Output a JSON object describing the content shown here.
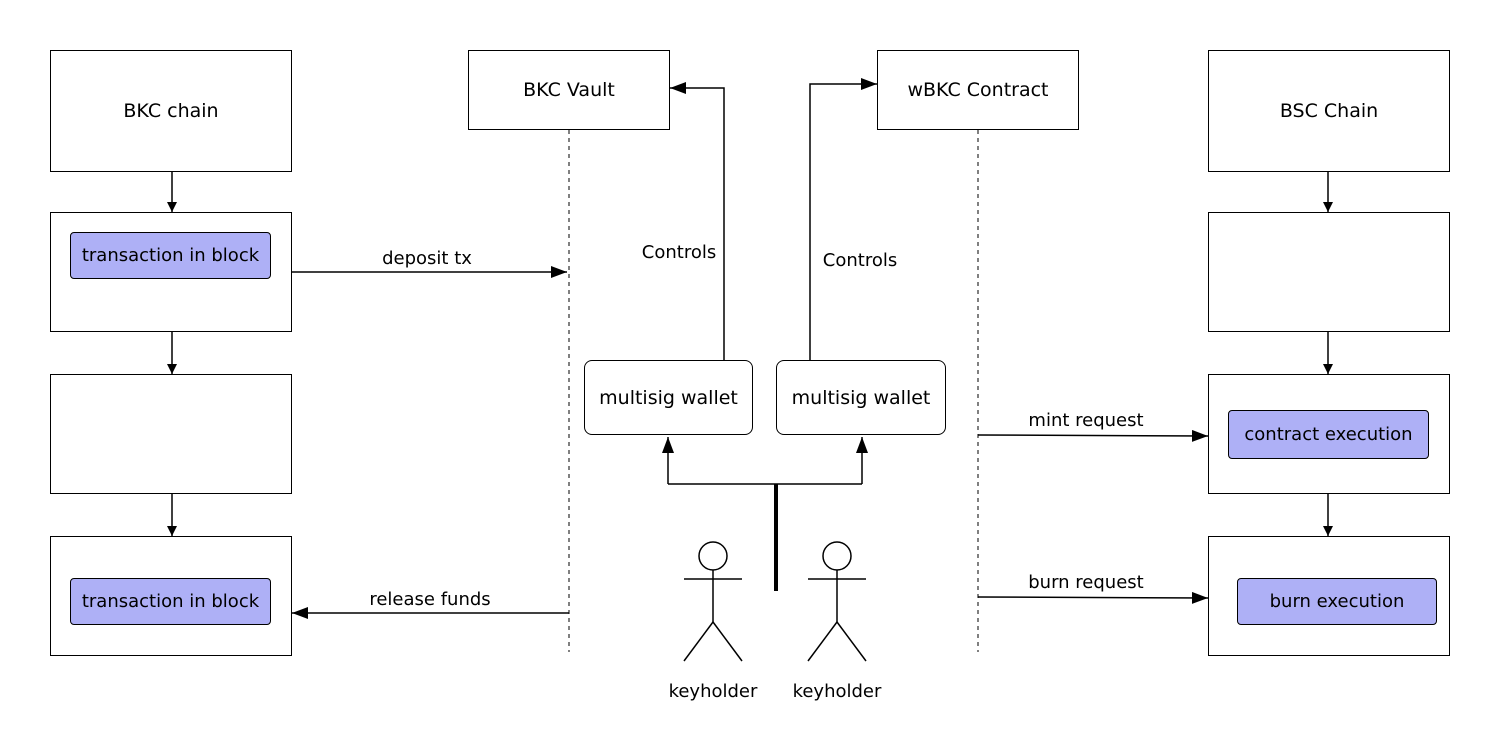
{
  "bkc_chain": {
    "title": "BKC chain",
    "tx1": "transaction in block",
    "tx2": "transaction in block"
  },
  "vault": {
    "title": "BKC Vault",
    "controls": "Controls",
    "wallet": "multisig wallet"
  },
  "contract": {
    "title": "wBKC Contract",
    "controls": "Controls",
    "wallet": "multisig wallet"
  },
  "bsc_chain": {
    "title": "BSC Chain",
    "contract_exec": "contract execution",
    "burn_exec": "burn execution"
  },
  "messages": {
    "deposit": "deposit tx",
    "release": "release funds",
    "mint": "mint request",
    "burn": "burn request"
  },
  "keyholders": [
    "keyholder",
    "keyholder"
  ],
  "colors": {
    "highlight": "#aeb0f6",
    "stroke": "#000000"
  }
}
